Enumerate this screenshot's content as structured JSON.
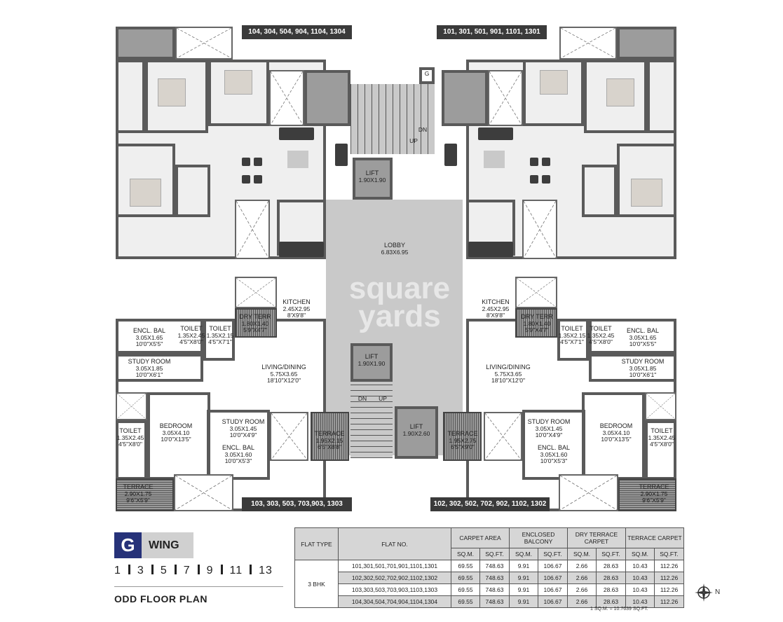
{
  "wing": {
    "letter": "G",
    "label": "WING"
  },
  "floors": [
    "1",
    "3",
    "5",
    "7",
    "9",
    "11",
    "13"
  ],
  "plan_title": "ODD FLOOR PLAN",
  "flat_tags": {
    "top_left": "104, 304, 504, 904, 1104, 1304",
    "top_right": "101, 301, 501, 901, 1101, 1301",
    "bottom_left": "103, 303, 503, 703,903, 1303",
    "bottom_right": "102, 302, 502, 702, 902, 1102, 1302"
  },
  "core": {
    "lift_top": [
      "LIFT",
      "1.90X1.90"
    ],
    "lobby": [
      "LOBBY",
      "6.83X6.95"
    ],
    "lift_mid": [
      "LIFT",
      "1.90X1.90"
    ],
    "lift_bottom": [
      "LIFT",
      "1.90X2.60"
    ],
    "stair_dn": "DN",
    "stair_up": "UP",
    "stair2_dn": "DN",
    "stair2_up": "UP",
    "g_marker": "G"
  },
  "watermark": [
    "square",
    "yards"
  ],
  "rooms_left": {
    "kitchen": [
      "KITCHEN",
      "2.45X2.95",
      "8'X9'8\""
    ],
    "dry_terrace": [
      "DRY TERR",
      "1.80X1.40",
      "5'9\"X4'7\""
    ],
    "encl_bal_1": [
      "ENCL. BAL",
      "3.05X1.65",
      "10'0\"X5'5\""
    ],
    "toilet_1": [
      "TOILET",
      "1.35X2.45",
      "4'5\"X8'0\""
    ],
    "toilet_2": [
      "TOILET",
      "1.35X2.15",
      "4'5\"X7'1\""
    ],
    "study_1": [
      "STUDY ROOM",
      "3.05X1.85",
      "10'0\"X6'1\""
    ],
    "living": [
      "LIVING/DINING",
      "5.75X3.65",
      "18'10\"X12'0\""
    ],
    "toilet_3": [
      "TOILET",
      "1.35X2.45",
      "4'5\"X8'0\""
    ],
    "bedroom": [
      "BEDROOM",
      "3.05X4.10",
      "10'0\"X13'5\""
    ],
    "study_2": [
      "STUDY ROOM",
      "3.05X1.45",
      "10'0\"X4'9\""
    ],
    "encl_bal_2": [
      "ENCL. BAL",
      "3.05X1.60",
      "10'0\"X5'3\""
    ],
    "terrace_1": [
      "TERRACE",
      "1.95X2.15",
      "6'5\"X8'8\""
    ],
    "terrace_2": [
      "TERRACE",
      "2.90X1.75",
      "9'6\"X5'9\""
    ]
  },
  "rooms_right": {
    "kitchen": [
      "KITCHEN",
      "2.45X2.95",
      "8'X9'8\""
    ],
    "dry_terrace": [
      "DRY TERR",
      "1.80X1.40",
      "5'9\"X4'7\""
    ],
    "encl_bal_1": [
      "ENCL. BAL",
      "3.05X1.65",
      "10'0\"X5'5\""
    ],
    "toilet_1": [
      "TOILET",
      "1.35X2.45",
      "4'5\"X8'0\""
    ],
    "toilet_2": [
      "TOILET",
      "1.35X2.15",
      "4'5\"X7'1\""
    ],
    "study_1": [
      "STUDY ROOM",
      "3.05X1.85",
      "10'0\"X6'1\""
    ],
    "living": [
      "LIVING/DINING",
      "5.75X3.65",
      "18'10\"X12'0\""
    ],
    "toilet_3": [
      "TOILET",
      "1.35X2.45",
      "4'5\"X8'0\""
    ],
    "bedroom": [
      "BEDROOM",
      "3.05X4.10",
      "10'0\"X13'5\""
    ],
    "study_2": [
      "STUDY ROOM",
      "3.05X1.45",
      "10'0\"X4'9\""
    ],
    "encl_bal_2": [
      "ENCL. BAL",
      "3.05X1.60",
      "10'0\"X5'3\""
    ],
    "terrace_1": [
      "TERRACE",
      "1.95X2.75",
      "6'5\"X9'0\""
    ],
    "terrace_2": [
      "TERRACE",
      "2.90X1.75",
      "9'6\"X5'9\""
    ]
  },
  "area_table": {
    "headers": {
      "flat_type": "FLAT TYPE",
      "flat_no": "FLAT NO.",
      "carpet": "CARPET AREA",
      "balcony": "ENCLOSED BALCONY",
      "dry_terrace": "DRY TERRACE CARPET",
      "terrace": "TERRACE CARPET",
      "sqm": "SQ.M.",
      "sqft": "SQ.FT."
    },
    "flat_type": "3 BHK",
    "rows": [
      {
        "flat_no": "101,301,501,701,901,1101,1301",
        "values": [
          "69.55",
          "748.63",
          "9.91",
          "106.67",
          "2.66",
          "28.63",
          "10.43",
          "112.26"
        ]
      },
      {
        "flat_no": "102,302,502,702,902,1102,1302",
        "values": [
          "69.55",
          "748.63",
          "9.91",
          "106.67",
          "2.66",
          "28.63",
          "10.43",
          "112.26"
        ]
      },
      {
        "flat_no": "103,303,503,703,903,1103,1303",
        "values": [
          "69.55",
          "748.63",
          "9.91",
          "106.67",
          "2.66",
          "28.63",
          "10.43",
          "112.26"
        ]
      },
      {
        "flat_no": "104,304,504,704,904,1104,1304",
        "values": [
          "69.55",
          "748.63",
          "9.91",
          "106.67",
          "2.66",
          "28.63",
          "10.43",
          "112.26"
        ]
      }
    ],
    "note": "1 SQ.M. = 10.7639 SQ.FT."
  },
  "compass": {
    "label": "N"
  }
}
